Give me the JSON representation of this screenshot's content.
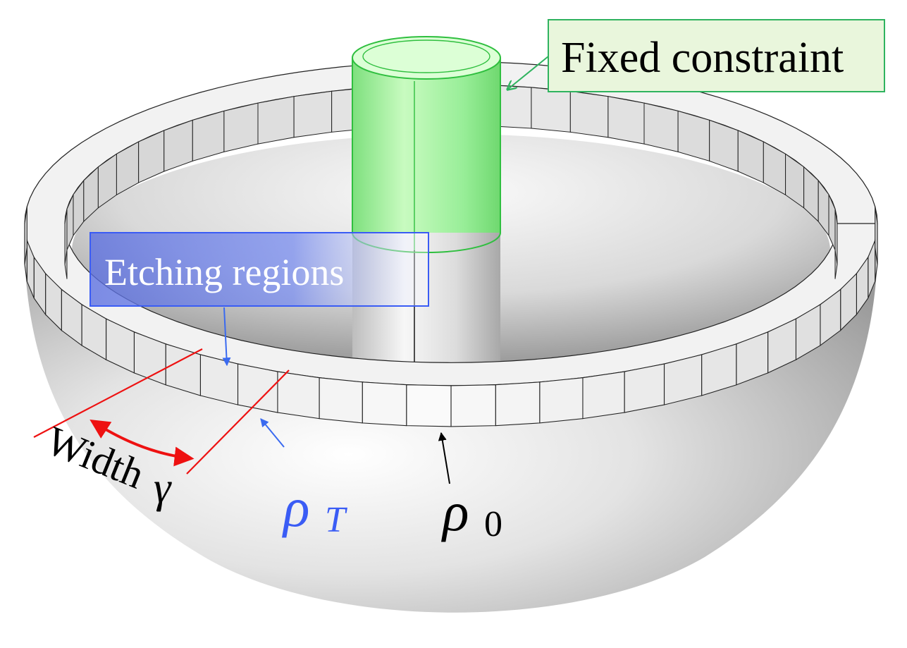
{
  "labels": {
    "fixed": "Fixed constraint",
    "etching": "Etching regions",
    "width": "Width",
    "gamma": "γ",
    "rho": "ρ",
    "rho_t_sub": "T",
    "rho_0_sub": "0"
  },
  "colors": {
    "fixed_box_fill": "#e9f6dc",
    "fixed_box_border": "#2fb35f",
    "cylinder": "#8ef08e",
    "cylinder_edge": "#2fbf3f",
    "etching_box": "#5a72e6",
    "etching_text": "#ffffff",
    "etched_cells": "#7f7ff8",
    "etched_edge": "#3333ee",
    "width_lines": "#ee1111",
    "rho_t": "#3a5cf5",
    "rho_0": "#000000",
    "shell": "#d4d4d4",
    "cell_edge": "#222222"
  },
  "ring": {
    "cell_count": 60,
    "etched_cells": 3
  }
}
